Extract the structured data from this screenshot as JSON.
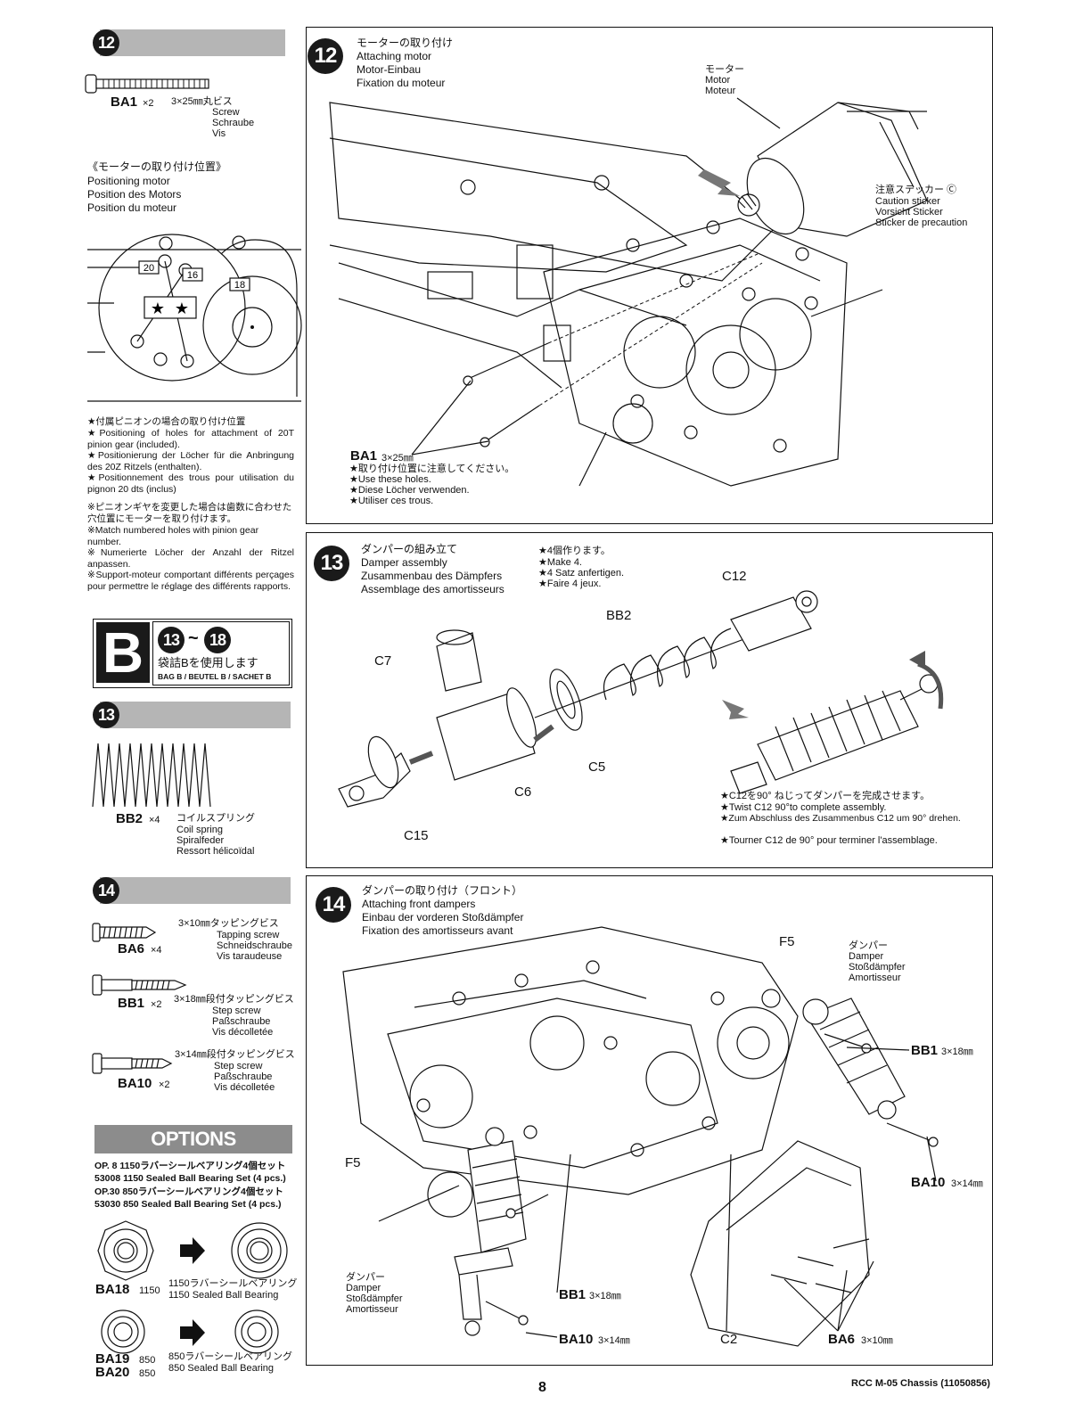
{
  "left": {
    "s12": {
      "num": "12",
      "screw_code": "BA1",
      "screw_qty": "×2",
      "screw_size": "3×25㎜丸ビス",
      "screw_en": "Screw",
      "screw_de": "Schraube",
      "screw_fr": "Vis",
      "pos_jp": "《モーターの取り付け位置》",
      "pos_en": "Positioning motor",
      "pos_de": "Position des Motors",
      "pos_fr": "Position du moteur",
      "hole_labels": [
        "20",
        "16",
        "18"
      ],
      "note1_jp": "★付属ピニオンの場合の取り付け位置",
      "note1_en": "★Positioning of holes for attachment of 20T pinion gear (included).",
      "note1_de": "★Positionierung der Löcher für die Anbringung des 20Z Ritzels (enthalten).",
      "note1_fr": "★Positionnement des trous pour utilisation du pignon 20 dts (inclus)",
      "note2_jp": "※ピニオンギヤを変更した場合は歯数に合わせた穴位置にモーターを取り付けます。",
      "note2_en": "※Match numbered holes with pinion gear number.",
      "note2_de": "※Numerierte Löcher der Anzahl der Ritzel anpassen.",
      "note2_fr": "※Support-moteur comportant différents perçages pour permettre le réglage des différents rapports."
    },
    "bag": {
      "letter": "B",
      "from": "13",
      "to": "18",
      "jp": "袋詰Bを使用します",
      "en": "BAG B / BEUTEL B / SACHET B"
    },
    "s13": {
      "num": "13",
      "part_code": "BB2",
      "part_qty": "×4",
      "part_jp": "コイルスプリング",
      "part_en": "Coil spring",
      "part_de": "Spiralfeder",
      "part_fr": "Ressort hélicoïdal"
    },
    "s14": {
      "num": "14",
      "parts": [
        {
          "code": "BA6",
          "qty": "×4",
          "jp": "3×10㎜タッピングビス",
          "en": "Tapping screw",
          "de": "Schneidschraube",
          "fr": "Vis taraudeuse"
        },
        {
          "code": "BB1",
          "qty": "×2",
          "jp": "3×18㎜段付タッピングビス",
          "en": "Step screw",
          "de": "Paßschraube",
          "fr": "Vis décolletée"
        },
        {
          "code": "BA10",
          "qty": "×2",
          "jp": "3×14㎜段付タッピングビス",
          "en": "Step screw",
          "de": "Paßschraube",
          "fr": "Vis décolletée"
        }
      ]
    },
    "options": {
      "title": "OPTIONS",
      "line1": "OP. 8 1150ラバーシールベアリング4個セット",
      "line2": "53008 1150 Sealed Ball Bearing Set (4 pcs.)",
      "line3": "OP.30 850ラバーシールベアリング4個セット",
      "line4": "53030 850 Sealed Ball Bearing Set (4 pcs.)",
      "b1_code": "BA18",
      "b1_size": "1150",
      "b1_jp": "1150ラバーシールベアリング",
      "b1_en": "1150 Sealed Ball Bearing",
      "b2_code1": "BA19",
      "b2_size1": "850",
      "b2_code2": "BA20",
      "b2_size2": "850",
      "b2_jp": "850ラバーシールベアリング",
      "b2_en": "850 Sealed Ball Bearing"
    }
  },
  "right": {
    "p12": {
      "num": "12",
      "jp": "モーターの取り付け",
      "en": "Attaching motor",
      "de": "Motor-Einbau",
      "fr": "Fixation du moteur",
      "motor_jp": "モーター",
      "motor_en": "Motor",
      "motor_fr": "Moteur",
      "sticker_jp": "注意ステッカー Ⓒ",
      "sticker_en": "Caution sticker",
      "sticker_de": "Vorsicht Sticker",
      "sticker_fr": "Sticker de precaution",
      "screw_code": "BA1",
      "screw_size": "3×25㎜",
      "note_jp": "★取り付け位置に注意してください。",
      "note_en": "★Use these holes.",
      "note_de": "★Diese Löcher verwenden.",
      "note_fr": "★Utiliser ces trous."
    },
    "p13": {
      "num": "13",
      "jp": "ダンパーの組み立て",
      "en": "Damper assembly",
      "de": "Zusammenbau des Dämpfers",
      "fr": "Assemblage des amortisseurs",
      "make_jp": "★4個作ります。",
      "make_en": "★Make 4.",
      "make_de": "★4 Satz anfertigen.",
      "make_fr": "★Faire 4 jeux.",
      "labels": {
        "c12": "C12",
        "bb2": "BB2",
        "c7": "C7",
        "c5": "C5",
        "c6": "C6",
        "c15": "C15"
      },
      "twist_jp": "★C12を90° ねじってダンパーを完成させます。",
      "twist_en": "★Twist C12 90°to complete assembly.",
      "twist_de": "★Zum Abschluss des Zusammenbus C12 um 90° drehen.",
      "twist_fr": "★Tourner C12 de 90° pour terminer l'assemblage."
    },
    "p14": {
      "num": "14",
      "jp": "ダンパーの取り付け（フロント）",
      "en": "Attaching front dampers",
      "de": "Einbau der vorderen Stoßdämpfer",
      "fr": "Fixation des amortisseurs avant",
      "f5a": "F5",
      "f5b": "F5",
      "damper_jp": "ダンパー",
      "damper_en": "Damper",
      "damper_de": "Stoßdämpfer",
      "damper_fr": "Amortisseur",
      "bb1_code": "BB1",
      "bb1_size": "3×18㎜",
      "ba10_code": "BA10",
      "ba10_size": "3×14㎜",
      "c2": "C2",
      "ba6_code": "BA6",
      "ba6_size": "3×10㎜"
    }
  },
  "footer": {
    "page": "8",
    "title": "RCC M-05 Chassis (11050856)"
  }
}
